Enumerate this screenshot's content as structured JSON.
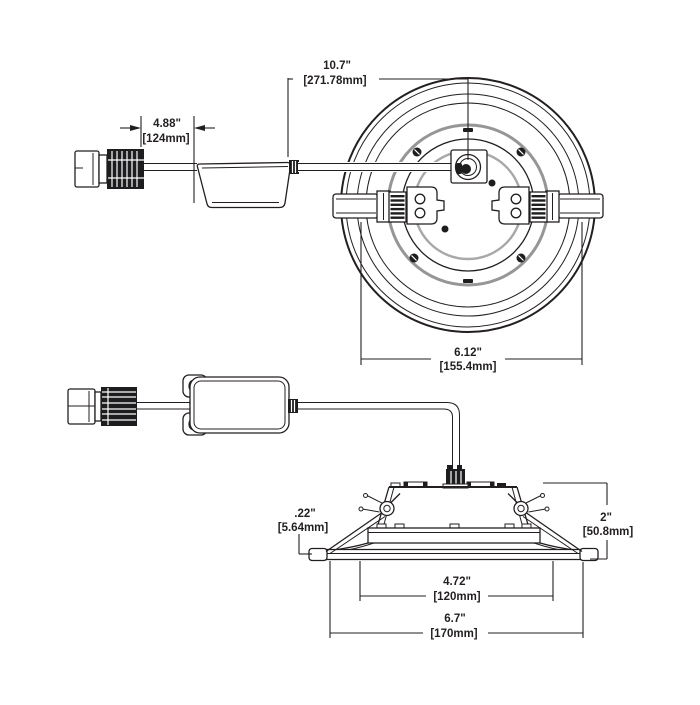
{
  "drawing": {
    "colors": {
      "ink": "#231f20",
      "gray_gasket": "#969696",
      "background": "#ffffff"
    },
    "views": {
      "back_view": {
        "dims": {
          "lead_length": {
            "in": "10.7\"",
            "mm": "[271.78mm]"
          },
          "connector_lead_length": {
            "in": "4.88\"",
            "mm": "[124mm]"
          },
          "housing_diameter": {
            "in": "6.12\"",
            "mm": "[155.4mm]"
          }
        }
      },
      "side_view": {
        "dims": {
          "flange_thickness": {
            "in": ".22\"",
            "mm": "[5.64mm]"
          },
          "height": {
            "in": "2\"",
            "mm": "[50.8mm]"
          },
          "cutout_diameter": {
            "in": "4.72\"",
            "mm": "[120mm]"
          },
          "overall_diameter": {
            "in": "6.7\"",
            "mm": "[170mm]"
          }
        }
      }
    }
  }
}
